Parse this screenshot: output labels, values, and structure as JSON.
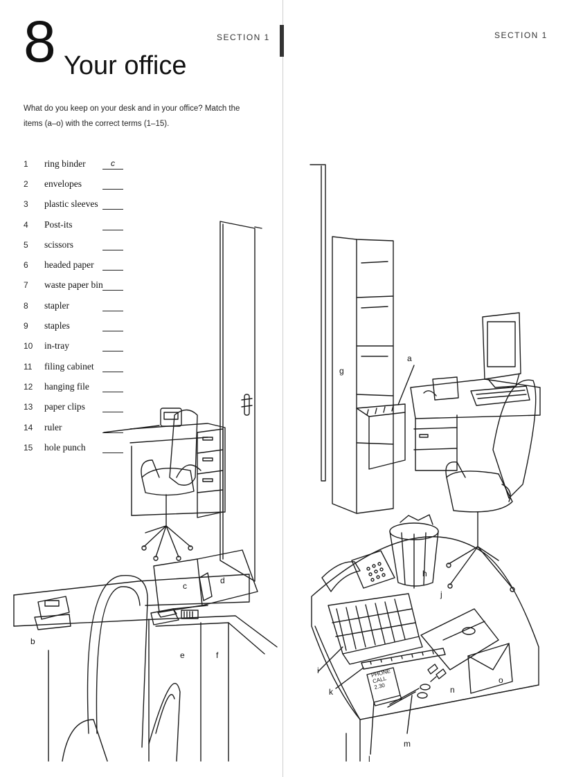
{
  "unit": {
    "number": "8",
    "title": "Your office"
  },
  "section_label": "SECTION 1",
  "instructions": "What do you keep on your desk and in your office? Match the items (a–o) with the correct terms (1–15).",
  "terms": [
    {
      "num": "1",
      "text": "ring binder",
      "answer": "c"
    },
    {
      "num": "2",
      "text": "envelopes",
      "answer": ""
    },
    {
      "num": "3",
      "text": "plastic sleeves",
      "answer": ""
    },
    {
      "num": "4",
      "text": "Post-its",
      "answer": ""
    },
    {
      "num": "5",
      "text": "scissors",
      "answer": ""
    },
    {
      "num": "6",
      "text": "headed paper",
      "answer": ""
    },
    {
      "num": "7",
      "text": "waste paper bin",
      "answer": ""
    },
    {
      "num": "8",
      "text": "stapler",
      "answer": ""
    },
    {
      "num": "9",
      "text": "staples",
      "answer": ""
    },
    {
      "num": "10",
      "text": "in-tray",
      "answer": ""
    },
    {
      "num": "11",
      "text": "filing cabinet",
      "answer": ""
    },
    {
      "num": "12",
      "text": "hanging file",
      "answer": ""
    },
    {
      "num": "13",
      "text": "paper clips",
      "answer": ""
    },
    {
      "num": "14",
      "text": "ruler",
      "answer": ""
    },
    {
      "num": "15",
      "text": "hole punch",
      "answer": ""
    }
  ],
  "illustration_labels": {
    "a": "a",
    "b": "b",
    "c": "c",
    "d": "d",
    "e": "e",
    "f": "f",
    "g": "g",
    "h": "h",
    "i": "i",
    "j": "j",
    "k": "k",
    "l": "l",
    "m": "m",
    "n": "n",
    "o": "o"
  },
  "postit_text": "PHONE CALL 2.30"
}
